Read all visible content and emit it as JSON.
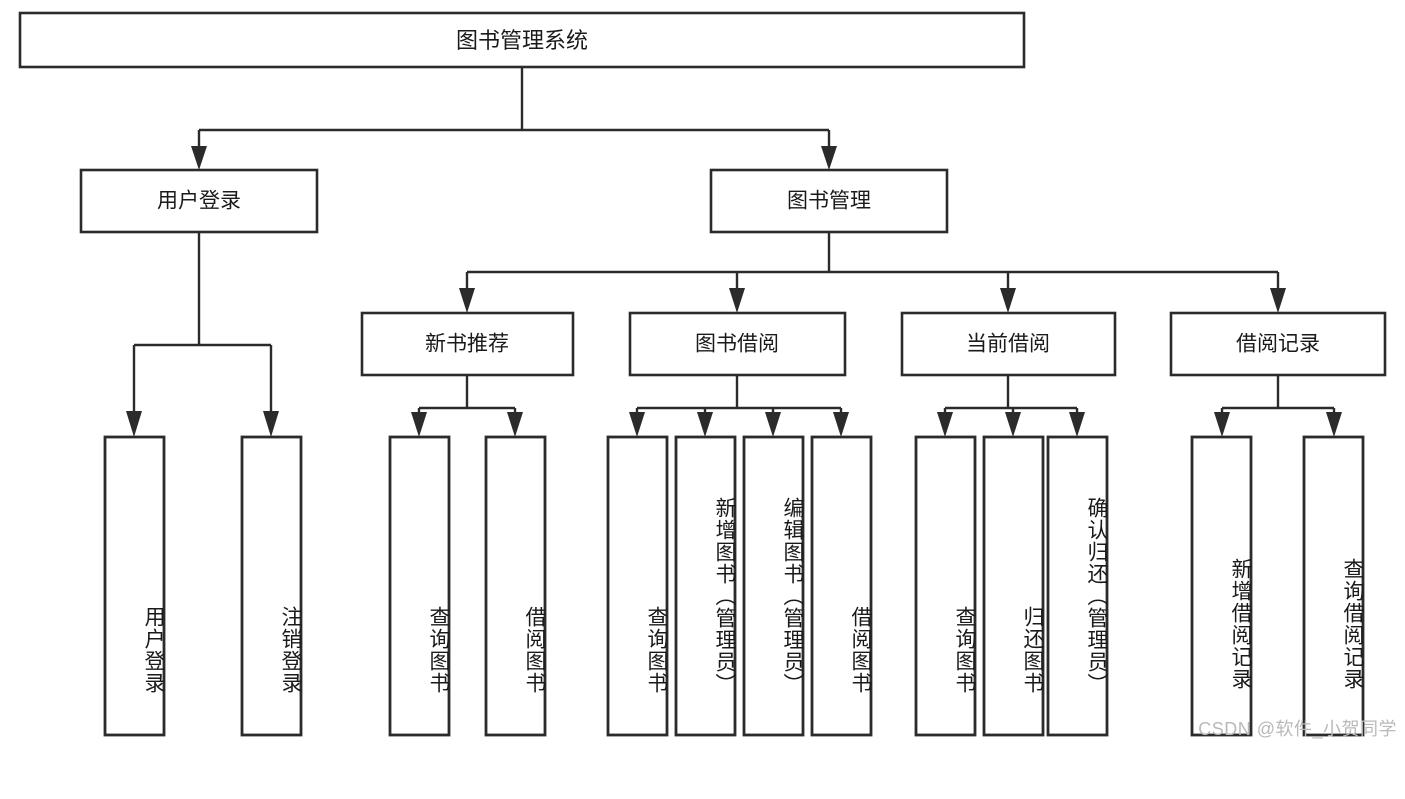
{
  "diagram": {
    "type": "tree",
    "title": "图书管理系统",
    "root": {
      "id": "root",
      "label": "图书管理系统"
    },
    "level2": [
      {
        "id": "user-login",
        "label": "用户登录"
      },
      {
        "id": "book-manage",
        "label": "图书管理"
      }
    ],
    "level3": [
      {
        "id": "new-book-recommend",
        "label": "新书推荐",
        "parent": "book-manage"
      },
      {
        "id": "book-borrow",
        "label": "图书借阅",
        "parent": "book-manage"
      },
      {
        "id": "current-borrow",
        "label": "当前借阅",
        "parent": "book-manage"
      },
      {
        "id": "borrow-record",
        "label": "借阅记录",
        "parent": "book-manage"
      }
    ],
    "leaves": {
      "user_login": [
        {
          "id": "leaf-user-login",
          "label": "用户登录"
        },
        {
          "id": "leaf-logout",
          "label": "注销登录"
        }
      ],
      "new_book_recommend": [
        {
          "id": "leaf-query-book-1",
          "label": "查询图书"
        },
        {
          "id": "leaf-borrow-book-1",
          "label": "借阅图书"
        }
      ],
      "book_borrow": [
        {
          "id": "leaf-query-book-2",
          "label": "查询图书"
        },
        {
          "id": "leaf-add-book",
          "label": "新增图书（管理员）"
        },
        {
          "id": "leaf-edit-book",
          "label": "编辑图书（管理员）"
        },
        {
          "id": "leaf-borrow-book-2",
          "label": "借阅图书"
        }
      ],
      "current_borrow": [
        {
          "id": "leaf-query-book-3",
          "label": "查询图书"
        },
        {
          "id": "leaf-return-book",
          "label": "归还图书"
        },
        {
          "id": "leaf-confirm-return",
          "label": "确认归还（管理员）"
        }
      ],
      "borrow_record": [
        {
          "id": "leaf-add-record",
          "label": "新增借阅记录"
        },
        {
          "id": "leaf-query-record",
          "label": "查询借阅记录"
        }
      ]
    }
  },
  "watermark": {
    "text": "CSDN @软件_小贺同学"
  },
  "colors": {
    "stroke": "#2b2b2b",
    "fill": "#ffffff",
    "text": "#1a1a1a",
    "watermark": "#b9b9b9"
  }
}
